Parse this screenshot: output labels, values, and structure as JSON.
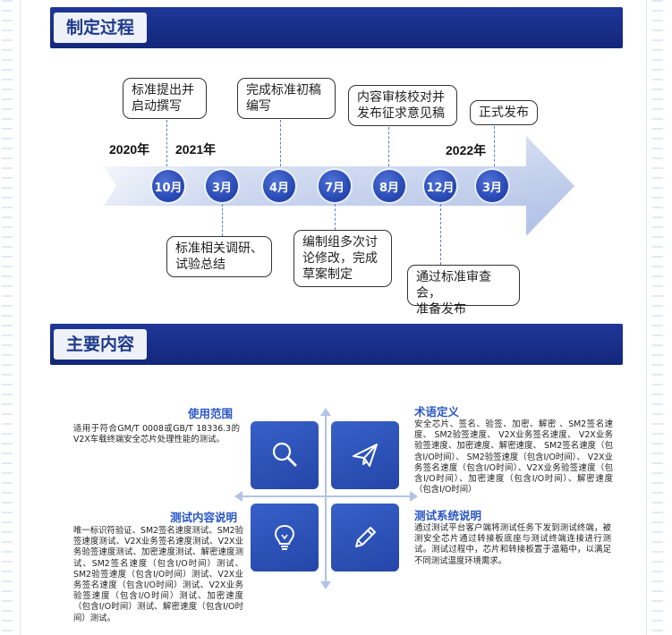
{
  "sections": {
    "process_title": "制定过程",
    "content_title": "主要内容"
  },
  "timeline": {
    "years": [
      "2020年",
      "2021年",
      "2022年"
    ],
    "months": [
      "10月",
      "3月",
      "4月",
      "7月",
      "8月",
      "12月",
      "3月"
    ],
    "callouts_top": [
      "标准提出并\n启动撰写",
      "完成标准初稿\n编写",
      "内容审核校对并\n发布征求意见稿",
      "正式发布"
    ],
    "callouts_bottom": [
      "标准相关调研、\n试验总结",
      "编制组多次讨\n论修改，完成\n草案制定",
      "通过标准审查会，\n准备发布"
    ]
  },
  "quadrants": {
    "scope": {
      "title": "使用范围",
      "text": "适用于符合GM/T 0008或GB/T 18336.3的V2X车载终端安全芯片处理性能的测试。"
    },
    "terms": {
      "title": "术语定义",
      "text": "安全芯片、签名、验签、加密、解密 、SM2签名速度、 SM2验签速度、 V2X业务签名速度、 V2X业务验签速度、加密速度、解密速度、 SM2签名速度（包含I/O时间）、 SM2验签速度（包含I/O时间）、 V2X业务签名速度（包含I/O时间）、V2X业务验签速度（包含I/O时间）、加密速度（包含I/O时间）、解密速度（包含I/O时间）"
    },
    "test_content": {
      "title": "测试内容说明",
      "text": "唯一标识符验证、SM2签名速度测试、SM2验签速度测试、V2X业务签名速度测试、V2X业务验签速度测试、加密速度测试、解密速度测试、SM2签名速度（包含I/O时间）测试、SM2验签速度（包含I/O时间）测试、V2X业务签名速度（包含I/O时间）测试、V2X业务验签速度（包含I/O时间）测试、加密速度（包含I/O时间）测试、解密速度（包含I/O时间）测试。"
    },
    "test_system": {
      "title": "测试系统说明",
      "text": "通过测试平台客户端将测试任务下发到测试终端，被测安全芯片通过转接板底座与测试终端连接进行测试。测试过程中，芯片和转接板置于温箱中，以满足不同测试温度环境需求。"
    }
  },
  "icons": [
    "search-icon",
    "paper-plane-icon",
    "lightbulb-icon",
    "pencil-icon"
  ],
  "colors": {
    "header": "#1e3799",
    "accent": "#2a56c6",
    "tile": "#2d50b8"
  }
}
